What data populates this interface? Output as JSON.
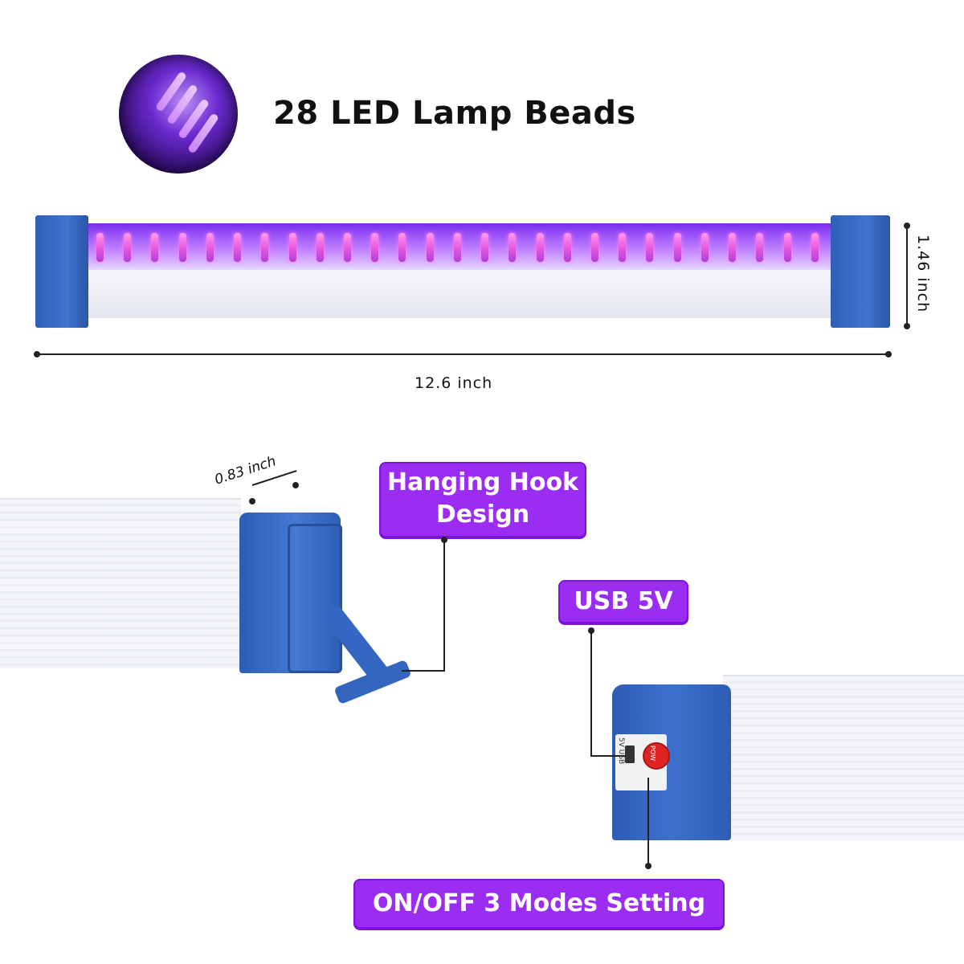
{
  "headline": "28 LED Lamp Beads",
  "dimensions": {
    "length": "12.6 inch",
    "height": "1.46 inch",
    "depth": "0.83 inch"
  },
  "labels": {
    "hook": [
      "Hanging Hook",
      "Design"
    ],
    "usb": "USB 5V",
    "modes": "ON/OFF 3 Modes Setting"
  },
  "port_text": {
    "usb": "5V USB",
    "power": "POW"
  },
  "led_count": 28,
  "colors": {
    "label_bg": "#9b2df3",
    "cap_blue": "#3a6ec8",
    "uv_violet": "#7b2cf0"
  }
}
